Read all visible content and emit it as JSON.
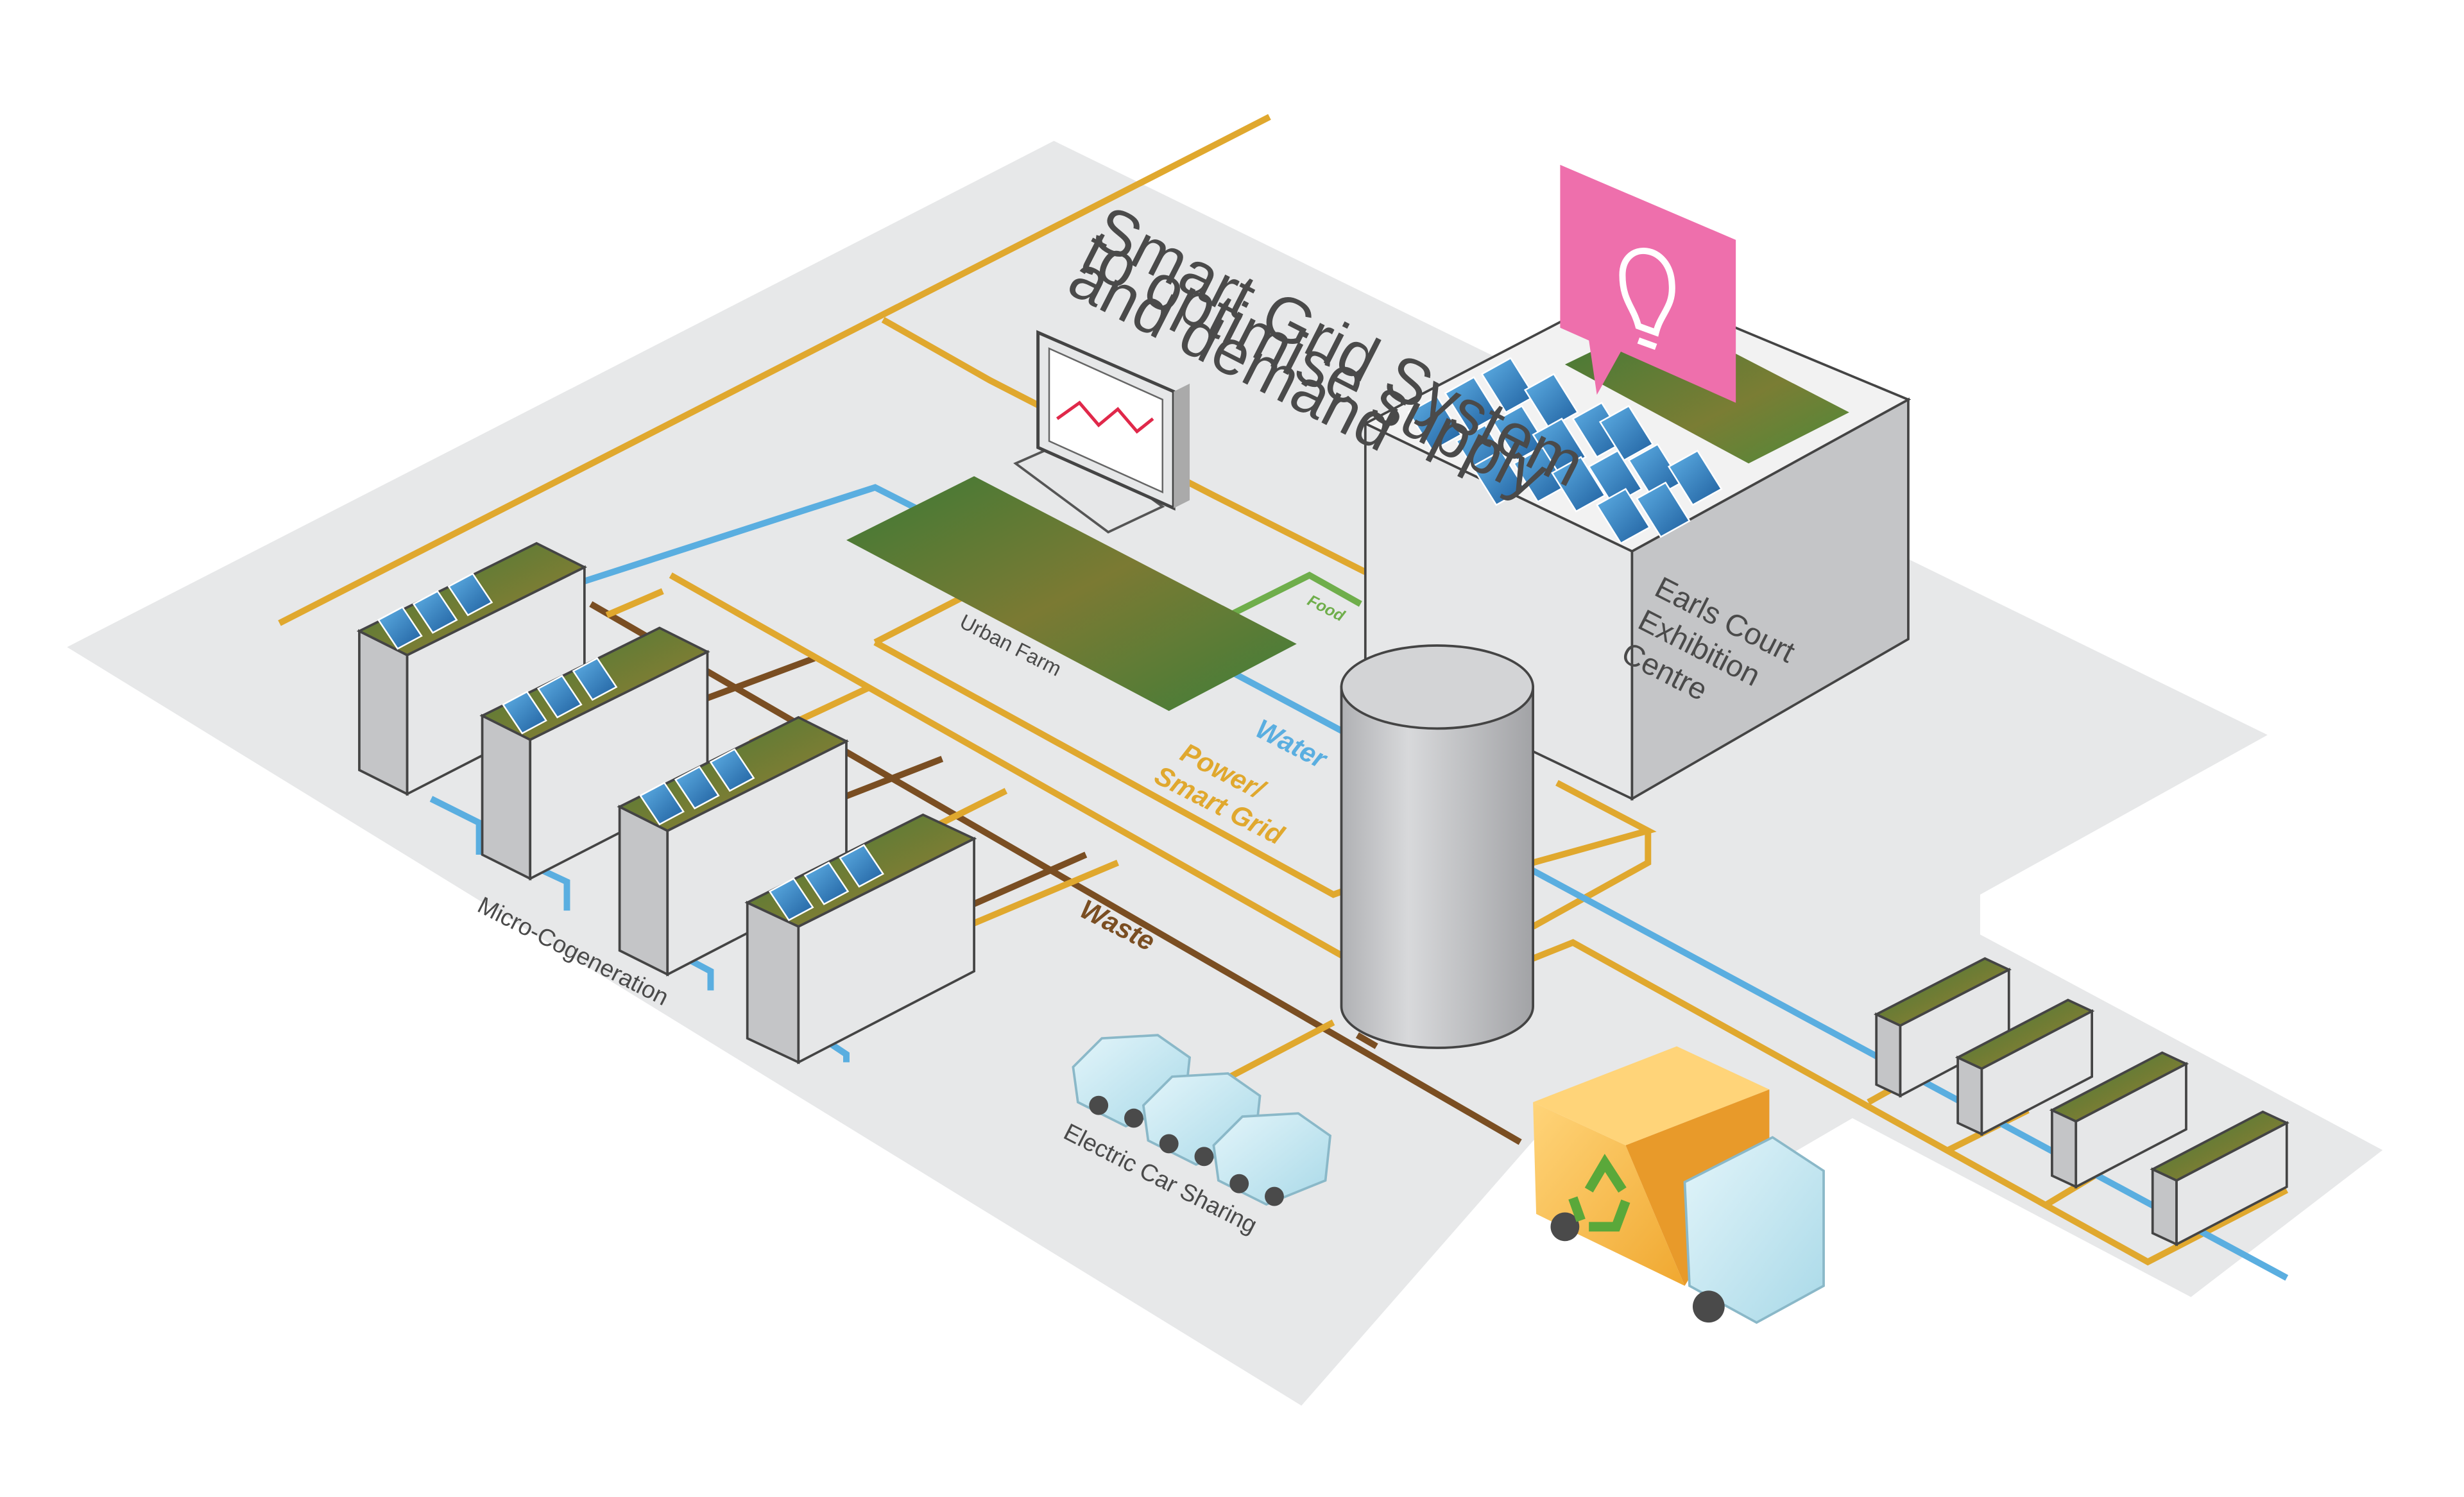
{
  "labels": {
    "smart_grid": [
      "Smart Grid System",
      "to optimise supply",
      "and demand"
    ],
    "exhibition": [
      "Earls Court",
      "Exhibition",
      "Centre"
    ],
    "urban_farm": "Urban Farm",
    "food": "Food",
    "water": "Water",
    "power": [
      "Power/",
      "Smart Grid"
    ],
    "waste": "Waste",
    "micro_cogeneration": "Micro-Cogeneration",
    "car_sharing": "Electric Car Sharing"
  },
  "colors": {
    "ground": "#e7e8e9",
    "power": "#e0a82e",
    "water": "#5aaee0",
    "waste": "#7a4e22",
    "food": "#6fae4b",
    "building_front": "#e6e7e8",
    "building_side": "#c4c5c7",
    "roof_dark": "#3f7a37",
    "roof_light": "#8a7a3a",
    "solar": "#2f7bbf",
    "pin": "#ee6fac",
    "tank": "#c9cacc",
    "truck_body": "#f2b53a",
    "truck_cab": "#bfe4ee",
    "car": "#bfe4ee"
  },
  "icons": {
    "pin": "lightbulb-icon",
    "truck": "recycle-icon"
  }
}
